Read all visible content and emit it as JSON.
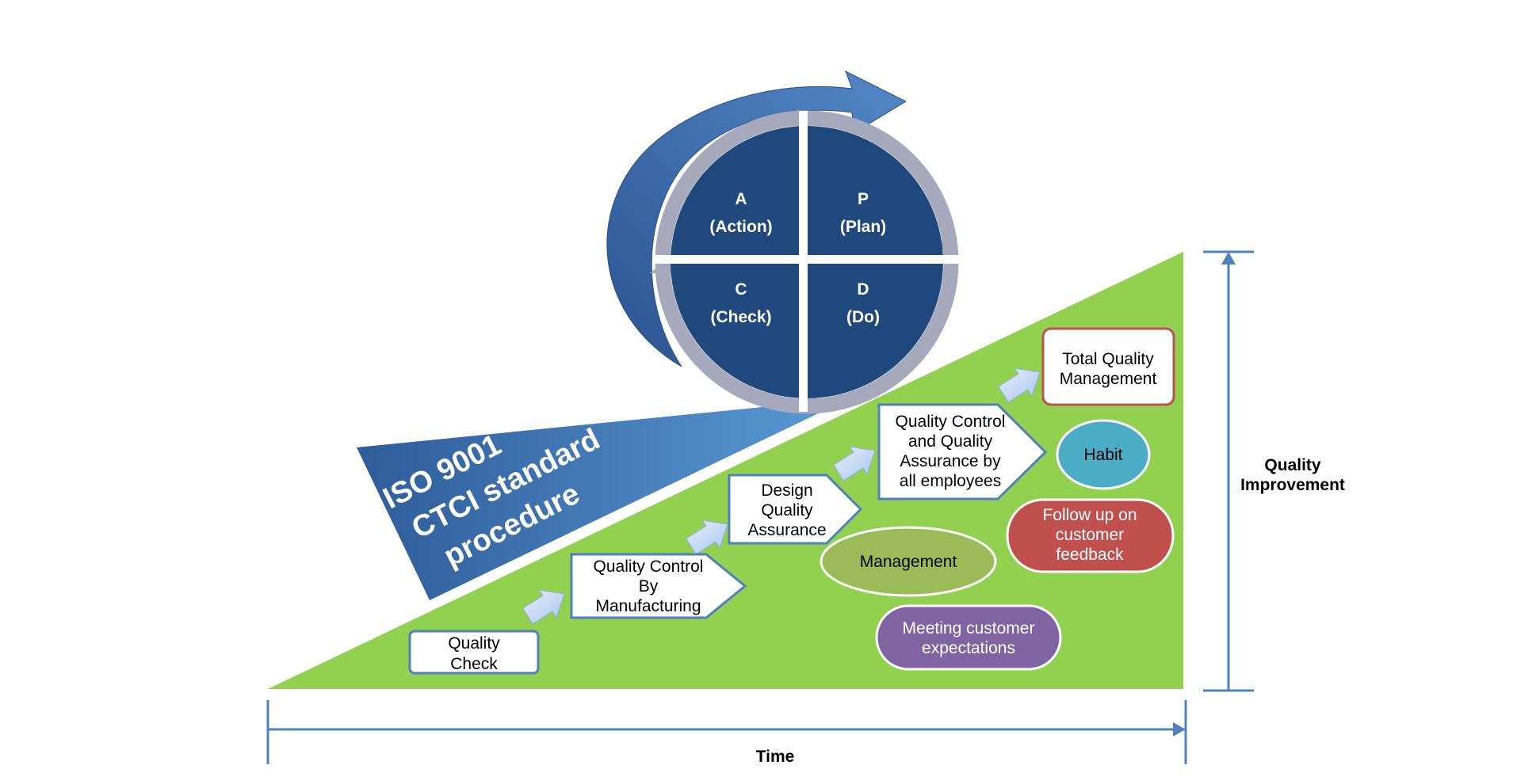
{
  "pdca": {
    "action_letter": "A",
    "action_word": "(Action)",
    "plan_letter": "P",
    "plan_word": "(Plan)",
    "check_letter": "C",
    "check_word": "(Check)",
    "do_letter": "D",
    "do_word": "(Do)"
  },
  "iso": {
    "line1": "ISO 9001",
    "line2": "CTCI standard",
    "line3": "procedure"
  },
  "steps": {
    "quality_check": [
      "Quality",
      "Check"
    ],
    "qc_manufacturing": [
      "Quality Control",
      "By",
      "Manufacturing"
    ],
    "design_qa": [
      "Design",
      "Quality",
      "Assurance"
    ],
    "qc_qa_employees": [
      "Quality Control",
      "and Quality",
      "Assurance by",
      "all employees"
    ],
    "tqm": [
      "Total Quality",
      "Management"
    ]
  },
  "ovals": {
    "habit": "Habit",
    "follow_up": [
      "Follow up on",
      "customer",
      "feedback"
    ],
    "management": "Management",
    "meeting": [
      "Meeting customer",
      "expectations"
    ]
  },
  "axes": {
    "time": "Time",
    "quality_line1": "Quality",
    "quality_line2": "Improvement"
  },
  "colors": {
    "triangle_green": "#92d050",
    "pdca_blue": "#1f497d",
    "ring_gray": "#a6a9bb",
    "arrow_blue": "#4a7ebb",
    "axis_blue": "#4f81bd",
    "habit": "#4bacc6",
    "follow_up": "#c0504d",
    "management": "#9bbb59",
    "meeting": "#8064a2"
  }
}
